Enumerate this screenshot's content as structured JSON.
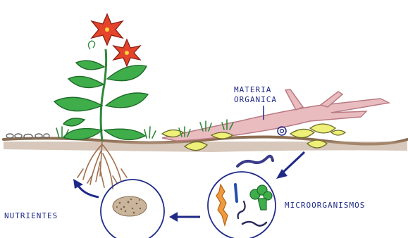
{
  "labels": {
    "organic_matter_line1": "MATERIA",
    "organic_matter_line2": "ORGANICA",
    "microorganisms": "MICROORGANISMOS",
    "nutrients": "NUTRIENTES"
  },
  "colors": {
    "leaf_green": "#3fae4a",
    "flower_red": "#e4442a",
    "branch_pink": "#d8a0a6",
    "soil_brown": "#8d6e52",
    "dry_leaf_yellow": "#eef078",
    "ink_blue": "#1f2a88"
  }
}
